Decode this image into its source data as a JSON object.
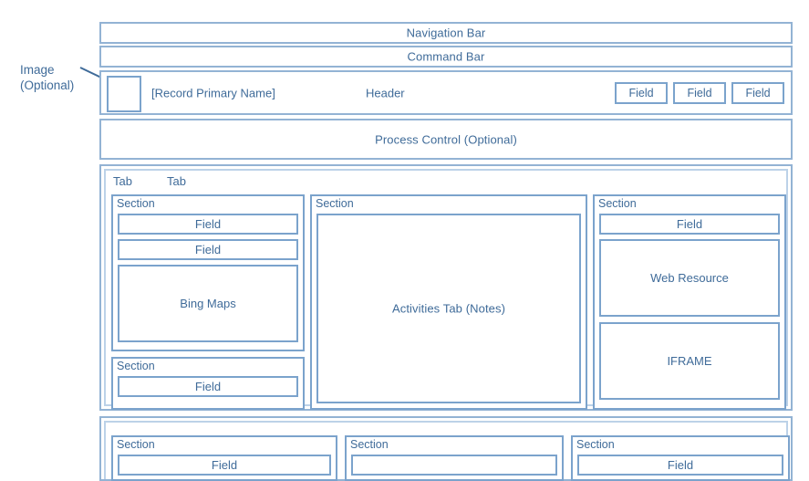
{
  "annotation": {
    "line1": "Image",
    "line2": "(Optional)"
  },
  "bars": {
    "navigation": "Navigation Bar",
    "command": "Command Bar"
  },
  "header": {
    "image_placeholder": "",
    "record_primary_name": "[Record Primary Name]",
    "center_label": "Header",
    "fields": [
      "Field",
      "Field",
      "Field"
    ]
  },
  "process_control": {
    "label": "Process Control (Optional)"
  },
  "tabs": [
    {
      "label": "Tab"
    },
    {
      "label": "Tab"
    }
  ],
  "columns": {
    "left": {
      "sections": [
        {
          "title": "Section",
          "fields": [
            "Field",
            "Field"
          ],
          "control": "Bing Maps"
        },
        {
          "title": "Section",
          "fields": [
            "Field"
          ]
        }
      ]
    },
    "middle": {
      "sections": [
        {
          "title": "Section",
          "control": "Activities Tab (Notes)"
        }
      ]
    },
    "right": {
      "sections": [
        {
          "title": "Section",
          "fields": [
            "Field"
          ],
          "controls": [
            "Web Resource",
            "IFRAME"
          ]
        }
      ]
    }
  },
  "bottom_row": {
    "sections": [
      {
        "title": "Section",
        "field": "Field"
      },
      {
        "title": "Section",
        "field": ""
      },
      {
        "title": "Section",
        "field": "Field"
      }
    ]
  },
  "colors": {
    "stroke": "#93b3d4",
    "stroke_inner": "#7ba3cc",
    "text": "#3f6b99",
    "background": "#ffffff"
  }
}
